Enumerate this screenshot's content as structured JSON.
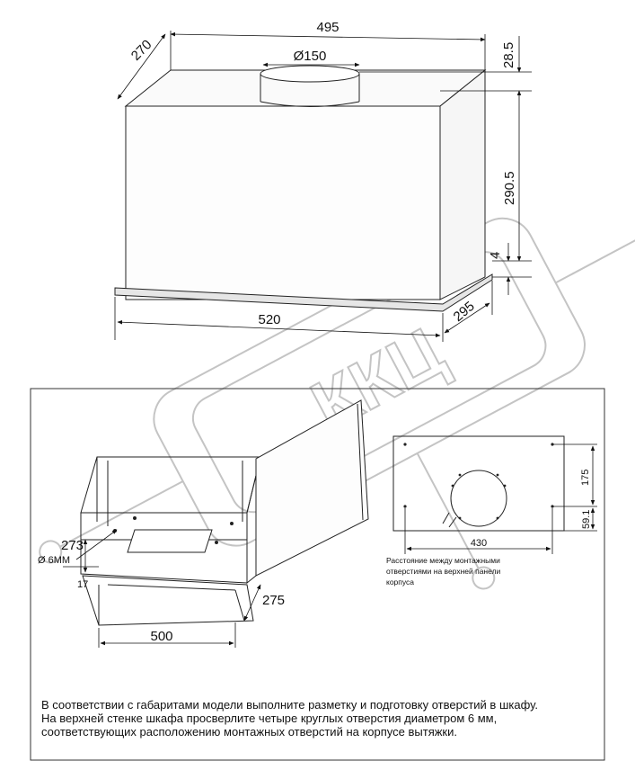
{
  "top_drawing": {
    "width_label": "495",
    "depth_label": "270",
    "duct_label": "Ø150",
    "duct_height_label": "28.5",
    "body_height_label": "290.5",
    "plate_label": "4",
    "bottom_width_label": "520",
    "bottom_depth_label": "295"
  },
  "watermark": {
    "text": "ККЦ",
    "color": "#bdbdbd"
  },
  "bottom_panel": {
    "cabinet": {
      "dim_273": "273",
      "hole_label": "Ø 6ММ",
      "dim_17": "17",
      "dim_275": "275",
      "dim_500": "500"
    },
    "plate": {
      "dim_175": "175",
      "dim_59": "59.1",
      "dim_430": "430",
      "note_lines": [
        "Расстояние между монтажными",
        "отверстиями на верхней панели",
        "корпуса"
      ]
    },
    "instructions": [
      "В соответствии с габаритами модели выполните разметку и подготовку отверстий в шкафу.",
      "На верхней стенке шкафа просверлите четыре круглых отверстия диаметром 6 мм,",
      "соответствующих расположению монтажных отверстий на корпусе вытяжки."
    ]
  }
}
